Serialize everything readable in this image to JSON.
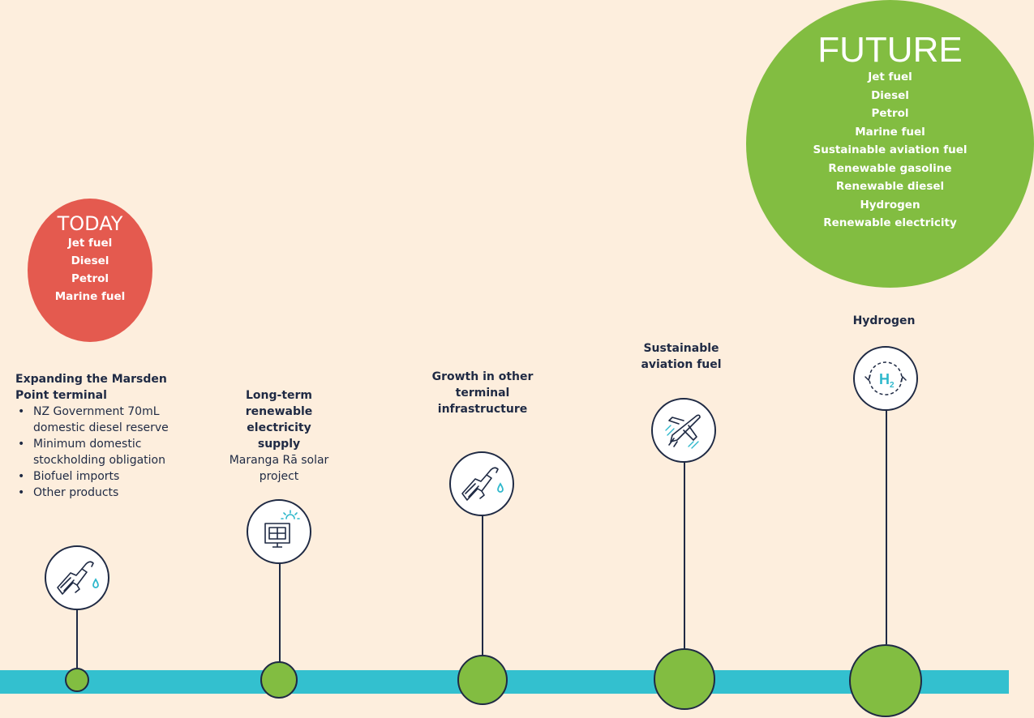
{
  "today": {
    "title": "TODAY",
    "items": [
      "Jet fuel",
      "Diesel",
      "Petrol",
      "Marine fuel"
    ]
  },
  "future": {
    "title": "FUTURE",
    "items": [
      "Jet fuel",
      "Diesel",
      "Petrol",
      "Marine fuel",
      "Sustainable aviation fuel",
      "Renewable gasoline",
      "Renewable diesel",
      "Hydrogen",
      "Renewable electricity"
    ]
  },
  "milestones": [
    {
      "heading_line1": "Expanding the Marsden",
      "heading_line2": "Point terminal",
      "bullets": [
        "NZ Government 70mL domestic diesel reserve",
        "Minimum domestic stockholding obligation",
        "Biofuel imports",
        "Other products"
      ],
      "icon": "fuel-nozzle-icon"
    },
    {
      "heading": "Long-term renewable electricity supply",
      "subtext": "Maranga Rā solar project",
      "icon": "solar-panel-icon"
    },
    {
      "heading": "Growth in other terminal infrastructure",
      "icon": "fuel-nozzle-icon"
    },
    {
      "heading": "Sustainable aviation fuel",
      "icon": "airplane-icon"
    },
    {
      "heading": "Hydrogen",
      "icon": "hydrogen-icon",
      "icon_text": "H",
      "icon_subscript": "2"
    }
  ],
  "colors": {
    "background": "#fdeedd",
    "today": "#e45a4f",
    "future": "#82bd41",
    "timeline": "#33c0cf",
    "ink": "#1f2a44",
    "accent": "#2fb8cc"
  }
}
